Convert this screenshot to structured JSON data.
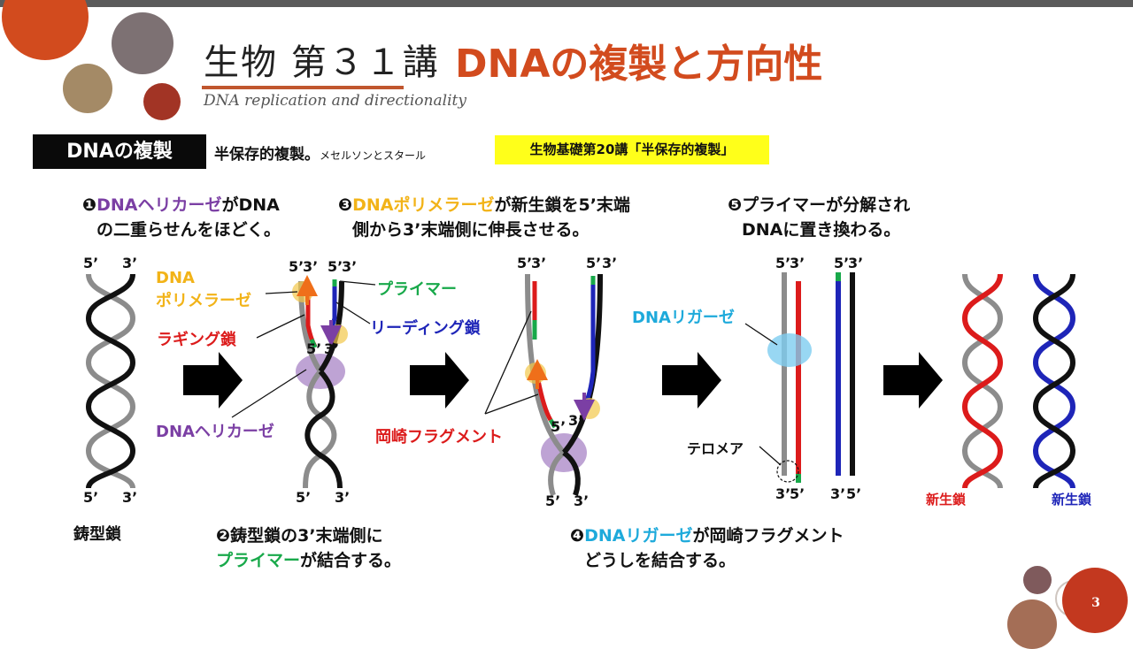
{
  "header": {
    "title_jp": "生物 第３１講",
    "title_main": "DNAの複製と方向性",
    "subtitle": "DNA replication and directionality"
  },
  "section": {
    "badge": "DNAの複製",
    "desc_main": "半保存的複製。",
    "desc_small": "メセルソンとスタール",
    "reference": "生物基礎第20講「半保存的複製」"
  },
  "steps": {
    "s1_num": "❶",
    "s1_highlight": "DNAヘリカーゼ",
    "s1_rest": "がDNA",
    "s1_line2": "の二重らせんをほどく。",
    "s2_num": "❷",
    "s2_line1": "鋳型鎖の3’末端側に",
    "s2_highlight": "プライマー",
    "s2_rest": "が結合する。",
    "s3_num": "❸",
    "s3_highlight": "DNAポリメラーゼ",
    "s3_rest": "が新生鎖を5’末端",
    "s3_line2": "側から3’末端側に伸長させる。",
    "s4_num": "❹",
    "s4_highlight": "DNAリガーゼ",
    "s4_rest": "が岡崎フラグメント",
    "s4_line2": "どうしを結合する。",
    "s5_num": "❺",
    "s5_line1": "プライマーが分解され",
    "s5_line2": "DNAに置き換わる。"
  },
  "labels": {
    "template_strand": "鋳型鎖",
    "dna_polymerase_1": "DNA",
    "dna_polymerase_2": "ポリメラーゼ",
    "primer": "プライマー",
    "lagging_strand": "ラギング鎖",
    "leading_strand": "リーディング鎖",
    "dna_helicase": "DNAヘリカーゼ",
    "okazaki_fragment": "岡崎フラグメント",
    "dna_ligase": "DNAリガーゼ",
    "telomere": "テロメア",
    "new_strand_left": "新生鎖",
    "new_strand_right": "新生鎖"
  },
  "ends": {
    "five": "5’",
    "three": "3’",
    "five_colored": "5’",
    "three_colored": "3’"
  },
  "colors": {
    "accent": "#d24b1e",
    "lagging": "#dc1b1b",
    "leading": "#1e25b8",
    "template": "#8c8c8c",
    "template_dark": "#111111",
    "primer": "#18a94a",
    "polymerase": "#f2b318",
    "helicase": "#7b3fa4",
    "ligase": "#1eaadb",
    "reference_bg": "#ffff1a"
  },
  "footer": {
    "page_number": "3"
  }
}
